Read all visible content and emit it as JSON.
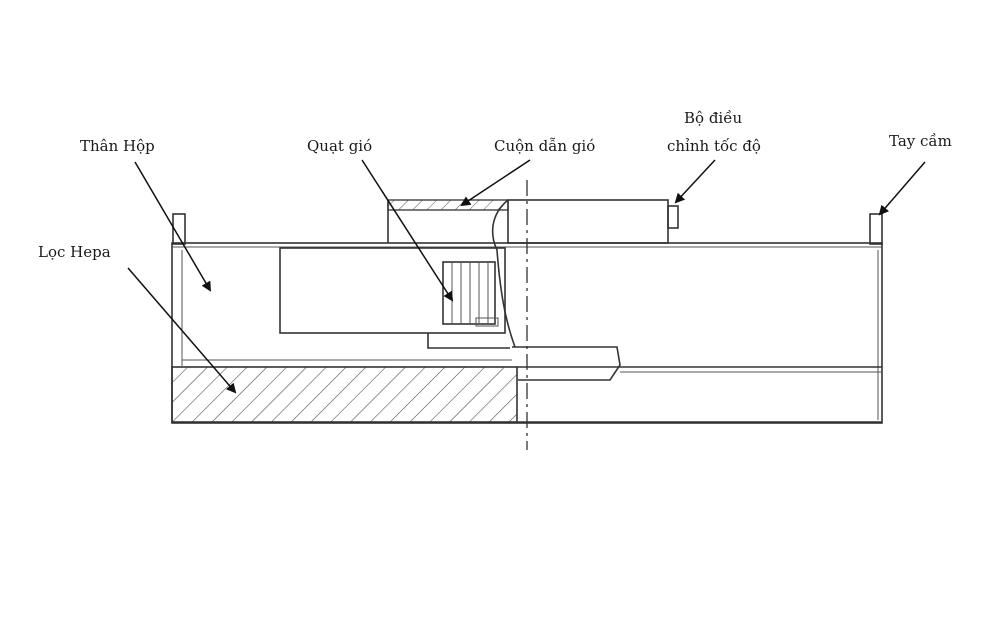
{
  "labels": {
    "than_hop": "Thân Hộp",
    "loc_hepa": "Lọc Hepa",
    "quat_gio": "Quạt gió",
    "cuon_dan_gio": "Cuộn dẫn gió",
    "bo_dieu_line1": "Bộ điều",
    "bo_dieu_line2": "chỉnh tốc độ",
    "tay_cam": "Tay cầm"
  },
  "colors": {
    "line": "#333333",
    "arrow": "#111111",
    "text": "#1a1a1a",
    "background": "#ffffff"
  }
}
